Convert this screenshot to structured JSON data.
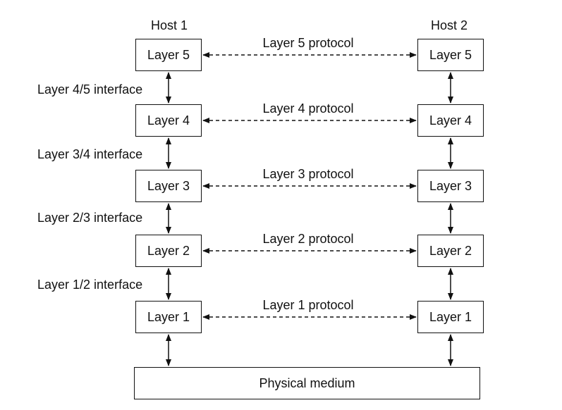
{
  "hosts": [
    {
      "title": "Host 1"
    },
    {
      "title": "Host 2"
    }
  ],
  "layers": [
    {
      "name": "Layer 5",
      "protocol": "Layer 5 protocol"
    },
    {
      "name": "Layer 4",
      "protocol": "Layer 4 protocol"
    },
    {
      "name": "Layer 3",
      "protocol": "Layer 3 protocol"
    },
    {
      "name": "Layer 2",
      "protocol": "Layer 2 protocol"
    },
    {
      "name": "Layer 1",
      "protocol": "Layer 1 protocol"
    }
  ],
  "interfaces": [
    "Layer 4/5 interface",
    "Layer 3/4 interface",
    "Layer 2/3 interface",
    "Layer 1/2 interface"
  ],
  "medium": "Physical medium"
}
